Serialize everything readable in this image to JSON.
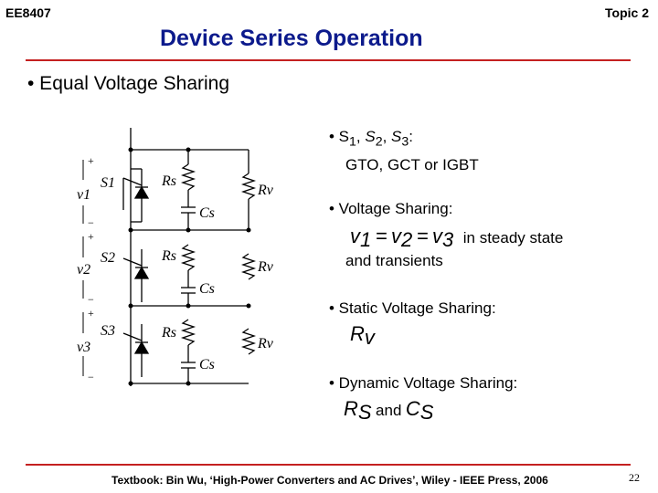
{
  "header": {
    "course": "EE8407",
    "topic": "Topic 2",
    "title": "Device Series Operation"
  },
  "main": {
    "heading": "• Equal Voltage Sharing",
    "bullets": [
      {
        "label": "• S",
        "subs": [
          "1",
          "2",
          "3"
        ],
        "separator": ", ",
        "suffix": ":",
        "detail": "GTO, GCT or IGBT"
      },
      {
        "label": "• Voltage Sharing:",
        "expr_var": "v",
        "expr_subs": [
          "1",
          "2",
          "3"
        ],
        "expr_tail": "in steady state",
        "detail": "and transients"
      },
      {
        "label": "• Static Voltage Sharing:",
        "expr": "R",
        "expr_sub": "v"
      },
      {
        "label": "• Dynamic Voltage Sharing:",
        "expr_a": "R",
        "expr_a_sub": "S",
        "and": "and",
        "expr_b": "C",
        "expr_b_sub": "S"
      }
    ]
  },
  "circuit": {
    "switch_labels": [
      "S1",
      "S2",
      "S3"
    ],
    "voltage_labels": [
      "v1",
      "v2",
      "v3"
    ],
    "rs_label": "Rs",
    "cs_label": "Cs",
    "rv_label": "Rv",
    "plus": "+",
    "minus": "−"
  },
  "footer": {
    "text": "Textbook: Bin Wu, ‘High-Power Converters and AC Drives’, Wiley - IEEE Press, 2006",
    "page": "22"
  }
}
